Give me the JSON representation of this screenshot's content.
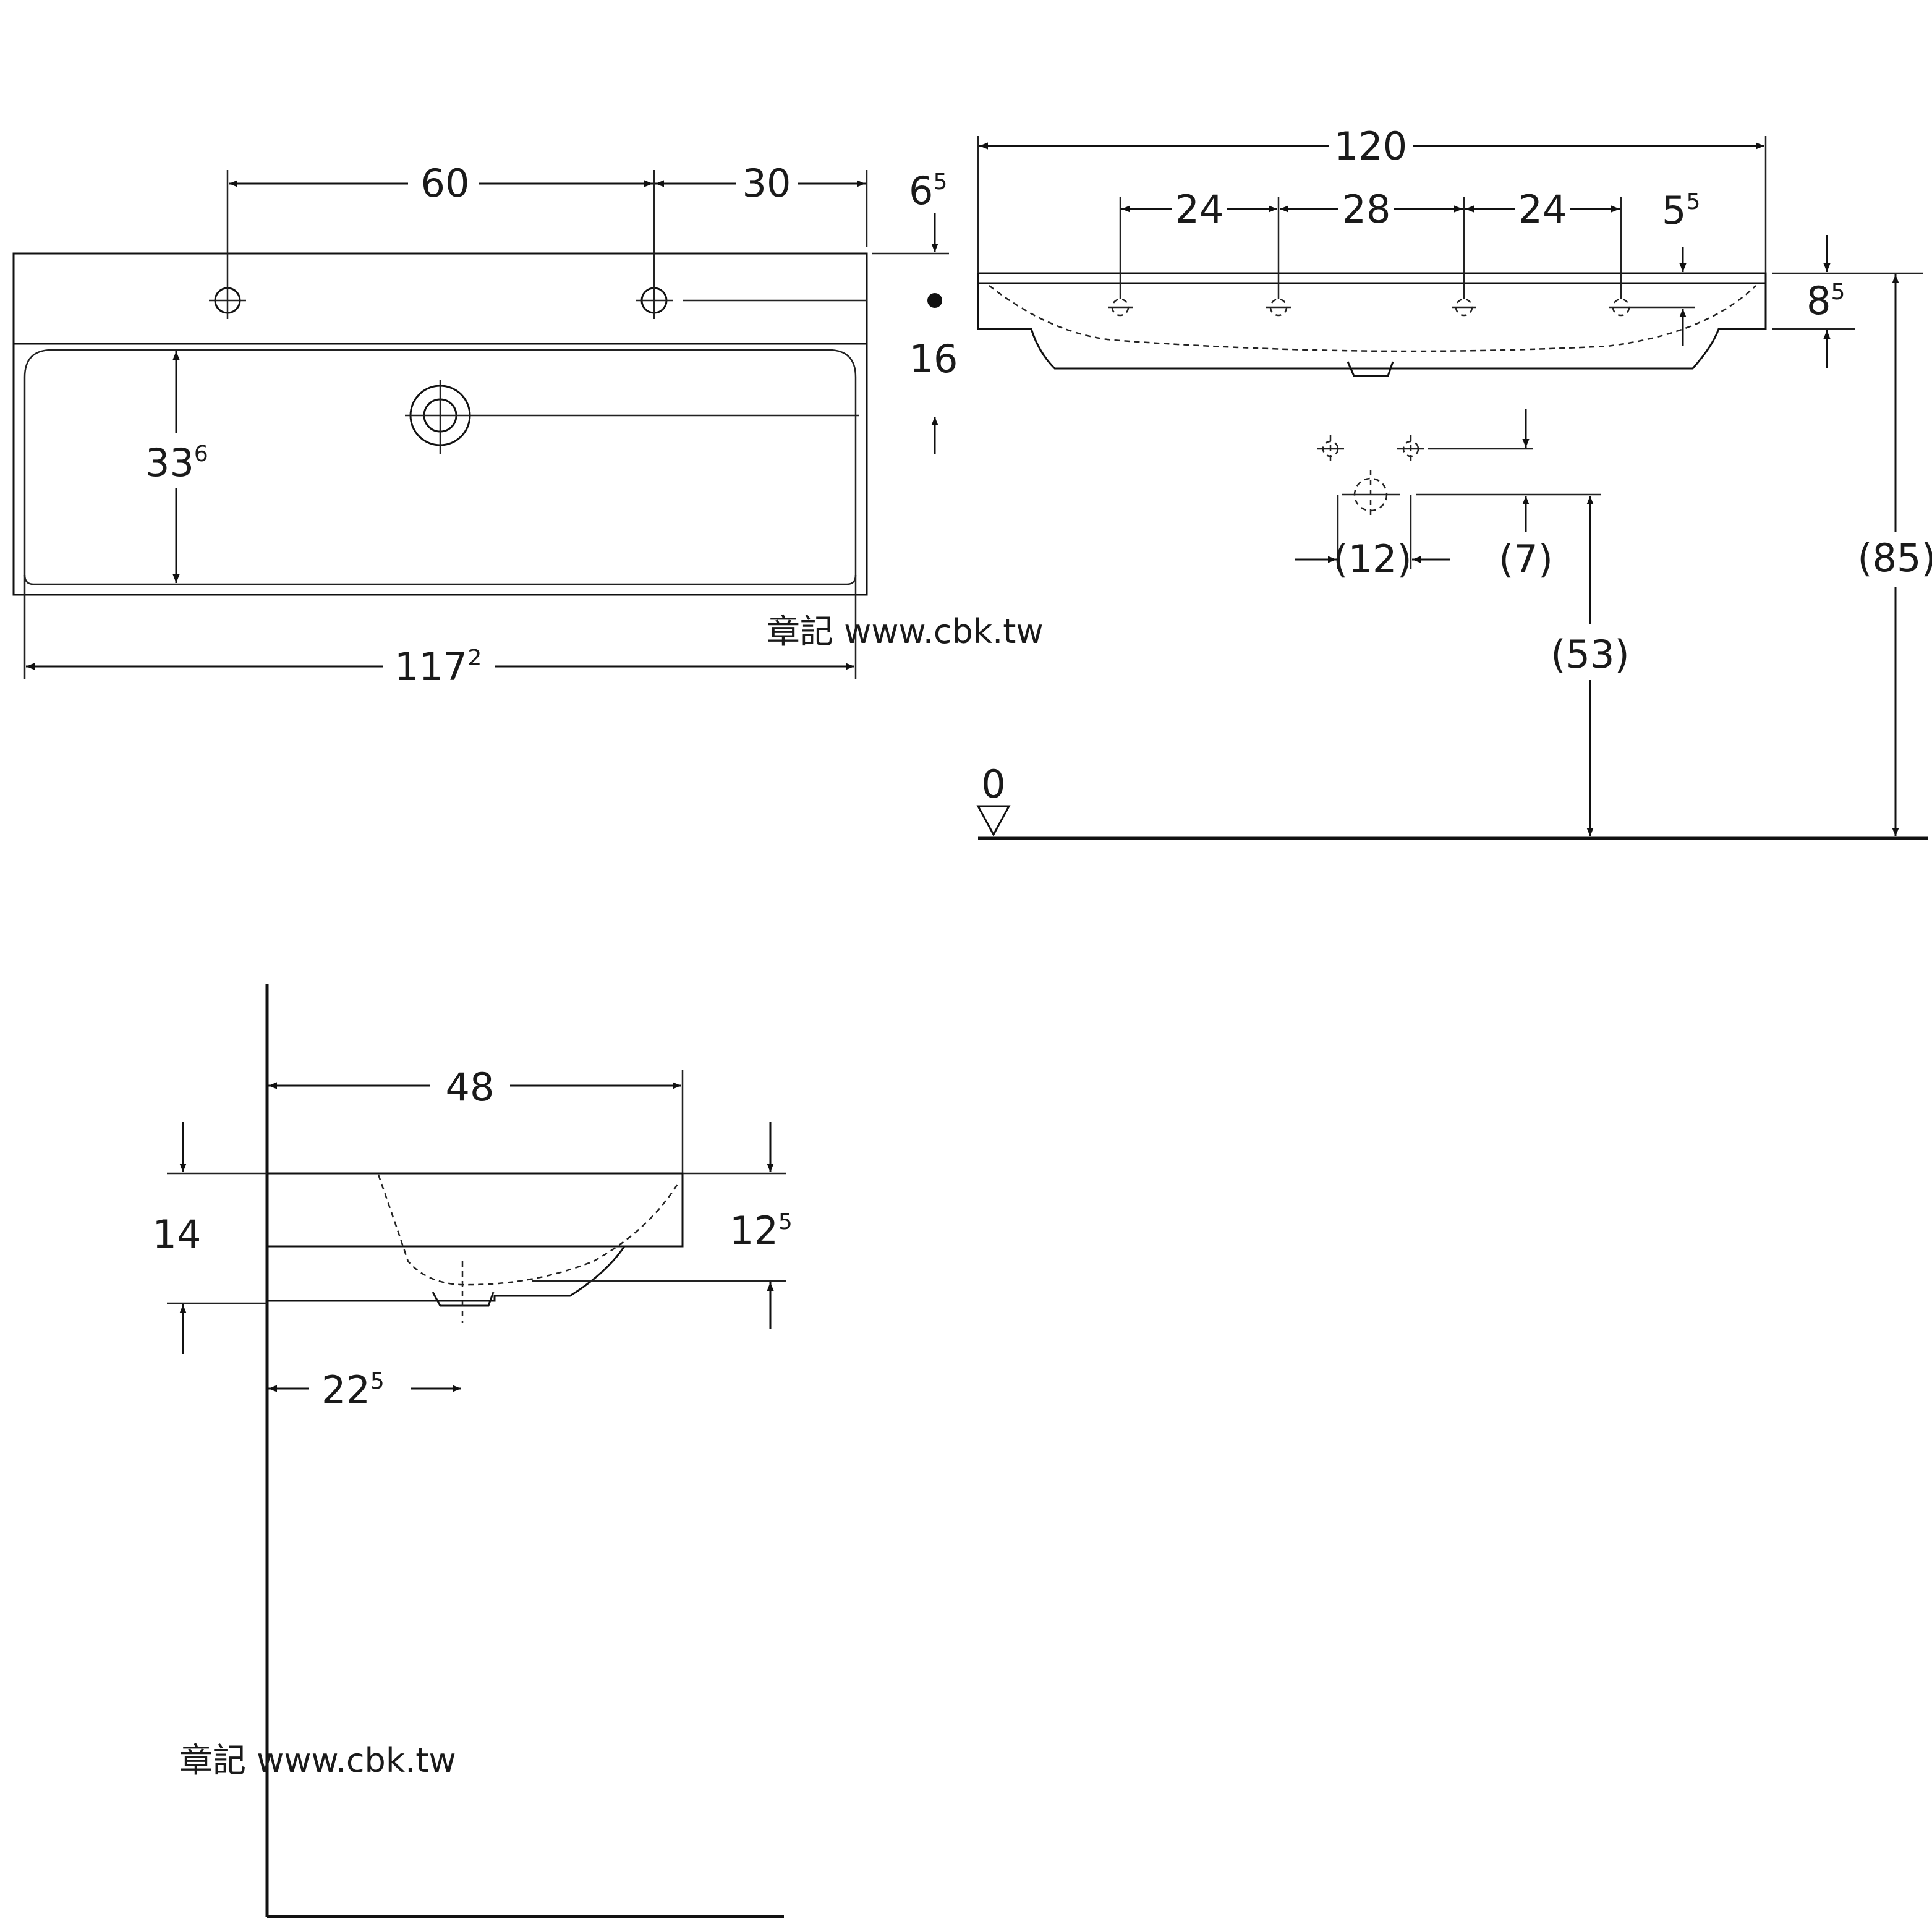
{
  "top_view": {
    "dim_60": "60",
    "dim_30": "30",
    "dim_6_5": {
      "base": "6",
      "sup": "5"
    },
    "dim_16": "16",
    "dim_33_6": {
      "base": "33",
      "sup": "6"
    },
    "dim_117_2": {
      "base": "117",
      "sup": "2"
    }
  },
  "front_view": {
    "dim_120": "120",
    "dim_24_left": "24",
    "dim_28": "28",
    "dim_24_right": "24",
    "dim_5_5": {
      "base": "5",
      "sup": "5"
    },
    "dim_8_5": {
      "base": "8",
      "sup": "5"
    },
    "dim_12": "(12)",
    "dim_7": "(7)",
    "dim_53": "(53)",
    "dim_85": "(85)",
    "floor_level": "0"
  },
  "side_view": {
    "dim_48": "48",
    "dim_14": "14",
    "dim_12_5": {
      "base": "12",
      "sup": "5"
    },
    "dim_22_5": {
      "base": "22",
      "sup": "5"
    }
  },
  "watermark": {
    "text": "章記 www.cbk.tw"
  }
}
